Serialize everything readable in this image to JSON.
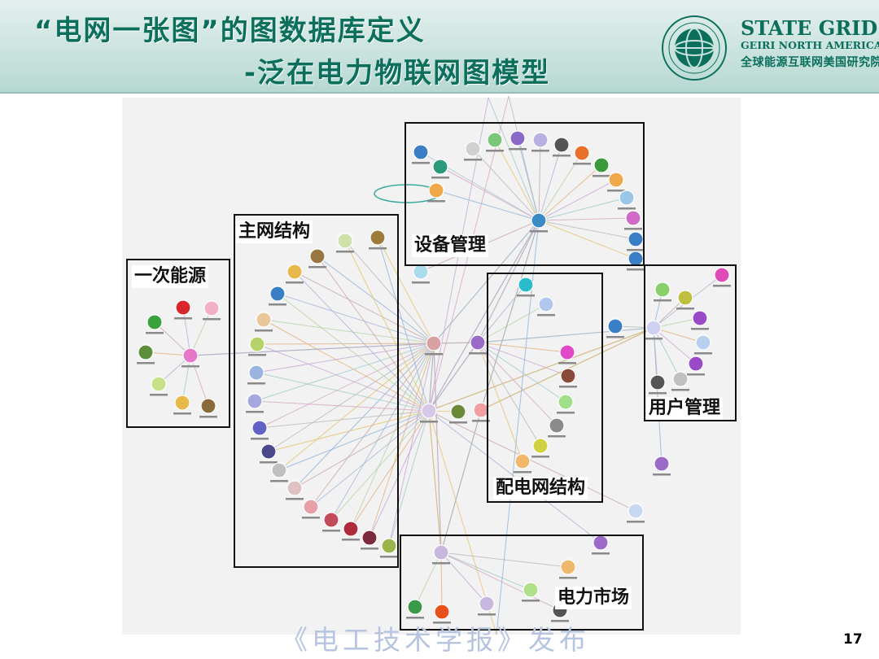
{
  "slide": {
    "title_line1": "“电网一张图”的图数据库定义",
    "title_line2": "-泛在电力物联网图模型",
    "page_number": "17",
    "source_note": "《电工技术学报》发布"
  },
  "logo": {
    "en_line1": "STATE GRID",
    "en_line2": "GEIRI NORTH AMERICA",
    "cn_line": "全球能源互联网美国研究院"
  },
  "regions": {
    "primary_energy": "一次能源",
    "main_grid": "主网结构",
    "equipment_mgmt": "设备管理",
    "distribution": "配电网结构",
    "user_mgmt": "用户管理",
    "power_market": "电力市场"
  },
  "colors": {
    "title": "#0b6f5c",
    "header_bg": "#c9e2dd",
    "box_border": "#111111",
    "graph_bg": "#f2f2f2"
  }
}
